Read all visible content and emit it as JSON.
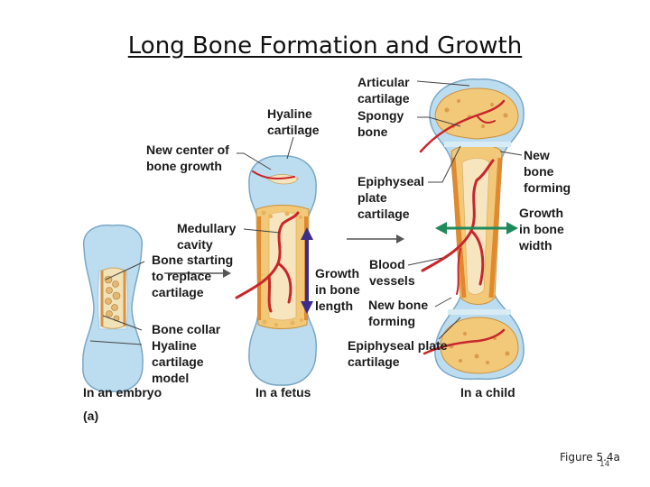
{
  "title": "Long Bone Formation and Growth",
  "colors": {
    "cartilage": "#bcdcef",
    "bone": "#f2c879",
    "collar": "#e39a3c",
    "vessel": "#c8262b",
    "arrow_purple": "#3b2d8c",
    "arrow_green": "#1f8a5b"
  },
  "stages": {
    "embryo": "In an embryo",
    "fetus": "In a fetus",
    "child": "In a child"
  },
  "panel_label": "(a)",
  "labels": {
    "articular_cartilage": "Articular cartilage",
    "spongy_bone": "Spongy bone",
    "hyaline_cartilage": "Hyaline cartilage",
    "new_center": "New center of bone growth",
    "epiphyseal_plate_cartilage": "Epiphyseal plate cartilage",
    "new_bone_forming_right": "New bone forming",
    "medullary_cavity": "Medullary cavity",
    "bone_starting": "Bone starting to replace cartilage",
    "growth_width": "Growth in bone width",
    "blood_vessels": "Blood vessels",
    "growth_length": "Growth in bone length",
    "new_bone_forming_center": "New bone forming",
    "bone_collar": "Bone collar",
    "hyaline_model": "Hyaline cartilage model",
    "epiphyseal_plate_bottom": "Epiphyseal plate cartilage"
  },
  "figure_ref": "Figure 5.4a",
  "page_number": "14"
}
